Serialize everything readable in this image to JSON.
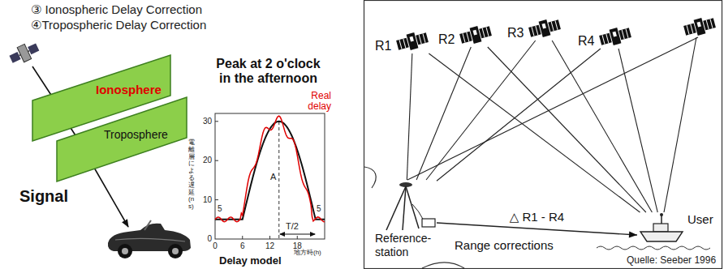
{
  "diagram": {
    "nodes": [
      {
        "text": [
          "Ionosphere"
        ]
      },
      {
        "text": [
          "Troposphere"
        ]
      },
      {
        "text": [
          "R1"
        ]
      },
      {
        "text": [
          "R2"
        ]
      },
      {
        "text": [
          "R3"
        ]
      },
      {
        "text": [
          "R4"
        ]
      },
      {
        "text": [
          "Reference- station"
        ]
      },
      {
        "text": [
          "User"
        ]
      }
    ],
    "edges": [
      {
        "from": 2,
        "to": 6,
        "arrow": "none"
      },
      {
        "from": 3,
        "to": 6,
        "arrow": "none"
      },
      {
        "from": 4,
        "to": 6,
        "arrow": "none"
      },
      {
        "from": 5,
        "to": 6,
        "arrow": "none"
      },
      {
        "from": 2,
        "to": 7,
        "arrow": "none"
      },
      {
        "from": 3,
        "to": 7,
        "arrow": "none"
      },
      {
        "from": 4,
        "to": 7,
        "arrow": "none"
      },
      {
        "from": 5,
        "to": 7,
        "arrow": "none"
      },
      {
        "from": 6,
        "to": 7,
        "label": "△ R1 - R4",
        "arrow": "to"
      }
    ],
    "labels": [
      "③ Ionospheric Delay Correction",
      "④Tropospheric Delay Correction",
      "Signal",
      "Peak at 2 o'clock in the afternoon",
      "Real delay",
      "30",
      "20",
      "10",
      "0",
      "0",
      "6",
      "12",
      "18",
      "5",
      "5",
      "A",
      "T/2",
      "電離層による遅延(ns)",
      "地方時(h)",
      "Delay model",
      "Range corrections",
      "Quelle: Seeber 1996"
    ]
  }
}
